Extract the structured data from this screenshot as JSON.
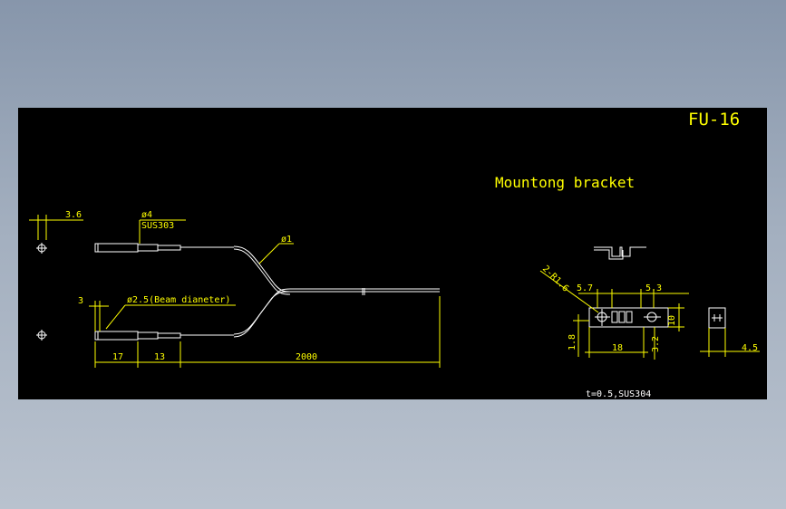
{
  "drawing": {
    "model": "FU-16",
    "bracket_title": "Mountong bracket",
    "material_note": "t=0.5,SUS304",
    "labels": {
      "d_3_6": "3.6",
      "d_phi4": "ø4",
      "d_sus303": "SUS303",
      "d_phi1": "ø1",
      "d_3": "3",
      "d_phi25": "ø2.5(Beam dianeter)",
      "d_17": "17",
      "d_13": "13",
      "d_2000": "2000",
      "d_2r16": "2-R1.6",
      "d_5_7": "5.7",
      "d_5_3": "5.3",
      "d_10": "10",
      "d_1_8": "1.8",
      "d_18": "18",
      "d_3_2": "3.2",
      "d_4_5": "4.5"
    }
  },
  "colors": {
    "background": "#000000",
    "dimension": "#ffff00",
    "outline": "#ffffff"
  }
}
